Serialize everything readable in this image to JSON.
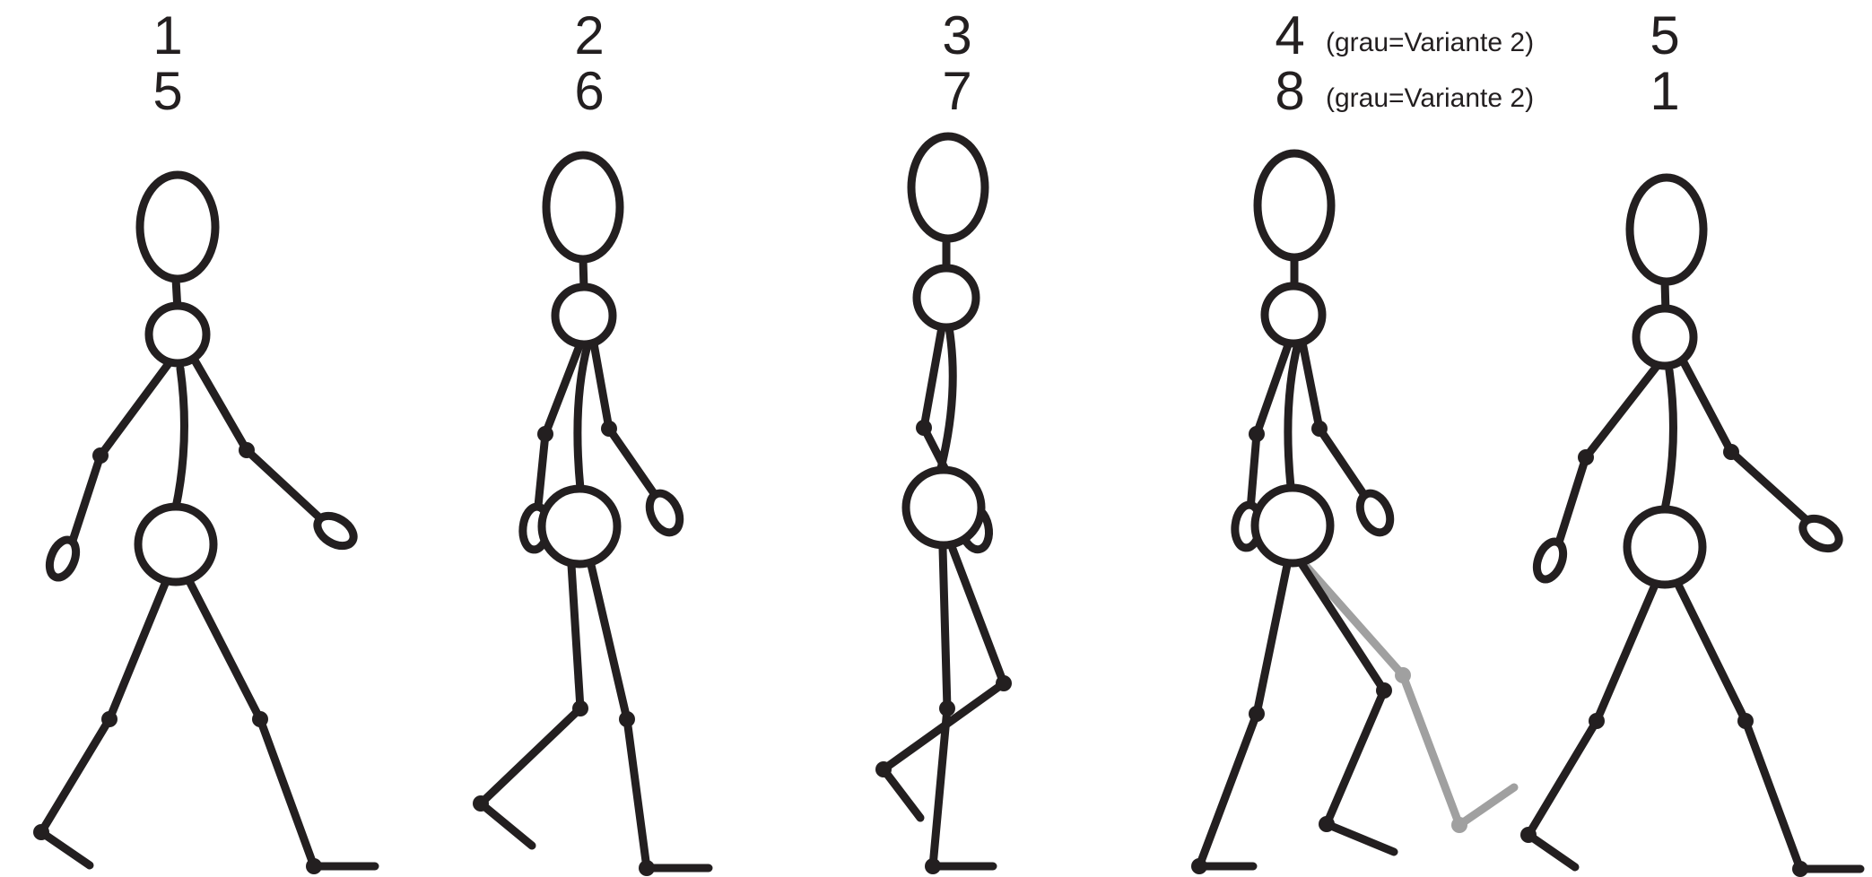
{
  "figures": [
    {
      "top": "1",
      "bottom": "5"
    },
    {
      "top": "2",
      "bottom": "6"
    },
    {
      "top": "3",
      "bottom": "7"
    },
    {
      "top": "4",
      "bottom": "8",
      "top_note": "(grau=Variante 2)",
      "bottom_note": "(grau=Variante 2)"
    },
    {
      "top": "5",
      "bottom": "1"
    }
  ],
  "colors": {
    "figure": "#231f20",
    "variant": "#a0a0a0"
  }
}
